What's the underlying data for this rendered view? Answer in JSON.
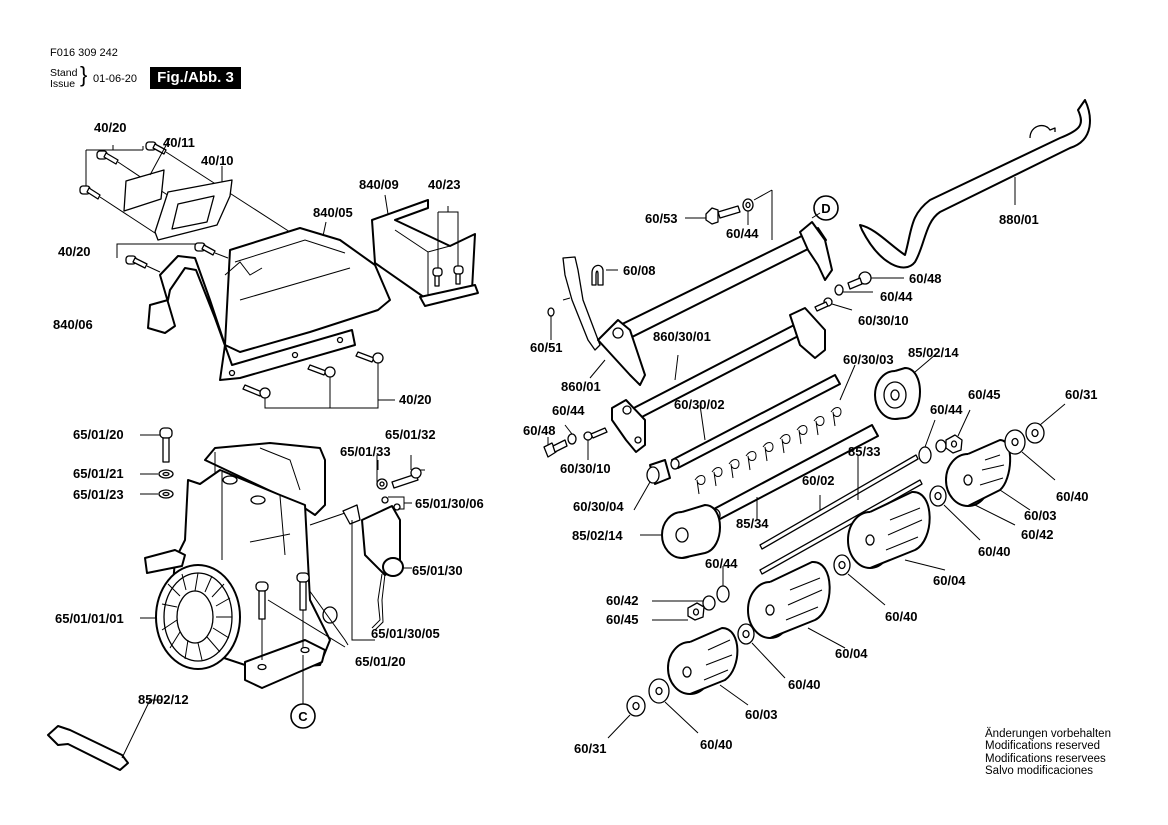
{
  "header": {
    "document_number": "F016 309 242",
    "stand_label": "Stand",
    "issue_label": "Issue",
    "date": "01-06-20",
    "figure_label": "Fig./Abb. 3"
  },
  "callouts": {
    "c": "C",
    "d": "D"
  },
  "labels": {
    "cover_screws_top": "40/20",
    "cover_plate_small": "40/11",
    "cover_plate_gasket": "40/10",
    "cover_screws_mid": "40/20",
    "guard_side": "840/06",
    "guard_main": "840/05",
    "guard_box": "840/09",
    "guard_box_screws": "40/23",
    "guard_screws_bottom": "40/20",
    "engine_bolt": "65/01/20",
    "engine_washer_a": "65/01/21",
    "engine_washer_b": "65/01/23",
    "engine": "65/01/01/01",
    "bracket_nut": "65/01/33",
    "bracket_bolt": "65/01/32",
    "switch_screws": "65/01/30/06",
    "switch": "65/01/30",
    "switch_bracket": "65/01/30/05",
    "engine_mount_bolts": "65/01/20",
    "hex_key": "85/02/12",
    "bolt_top": "60/53",
    "washer_top": "60/44",
    "clip": "60/08",
    "cap": "60/51",
    "shaft_frame": "860/30/01",
    "side_plate": "860/01",
    "handle": "880/01",
    "right_bolt": "60/48",
    "right_washer": "60/44",
    "right_screw": "60/30/10",
    "left_washer": "60/44",
    "left_bolt": "60/48",
    "left_screw": "60/30/10",
    "tine_shaft": "60/30/02",
    "tines": "60/30/03",
    "spacer": "60/30/04",
    "wheel_left": "85/02/14",
    "wheel_right": "85/02/14",
    "tube": "85/34",
    "axle": "60/02",
    "threaded_rod": "85/33",
    "washer_r1": "60/44",
    "nut_r1": "60/45",
    "end_cap_r": "60/31",
    "washer_r2": "60/40",
    "roller_end_r": "60/03",
    "spring_washer_r": "60/42",
    "washer_r3": "60/40",
    "roller_mid_r": "60/04",
    "washer_m": "60/40",
    "roller_mid_l": "60/04",
    "washer_l1": "60/44",
    "spring_washer_l": "60/42",
    "nut_l": "60/45",
    "washer_l2": "60/40",
    "roller_end_l": "60/03",
    "washer_l3": "60/40",
    "end_cap_l": "60/31"
  },
  "footer_note": {
    "de": "Änderungen vorbehalten",
    "en": "Modifications reserved",
    "fr": "Modifications reservees",
    "es": "Salvo modificaciones"
  }
}
